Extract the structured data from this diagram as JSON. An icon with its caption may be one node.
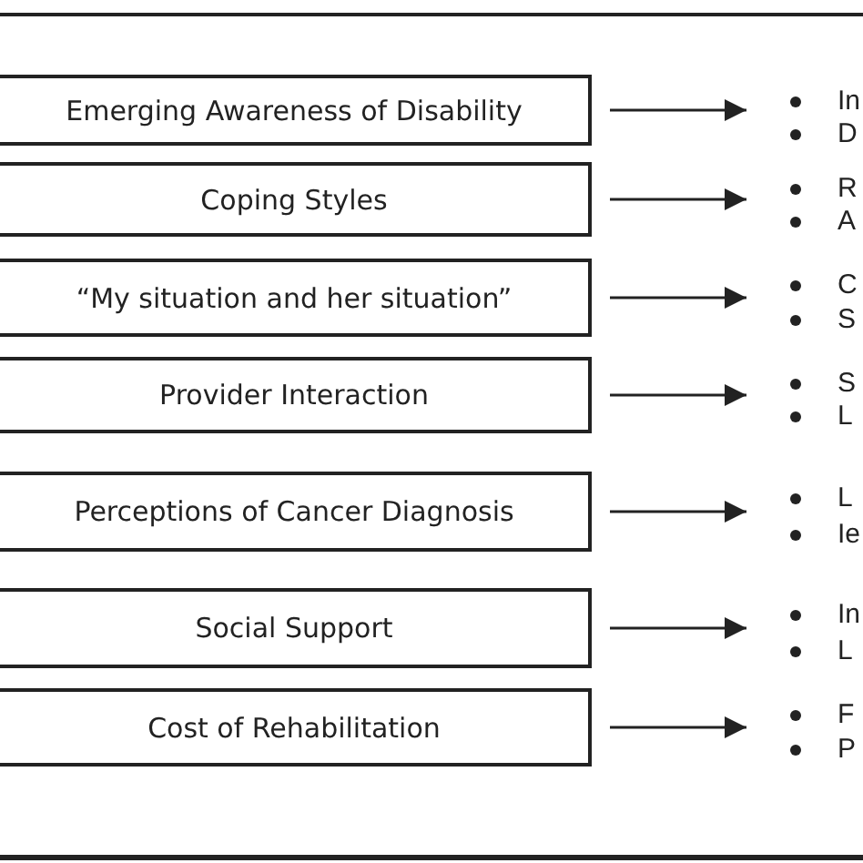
{
  "diagram": {
    "nodes": [
      {
        "text": [
          "Emerging Awareness of Disability"
        ]
      },
      {
        "text": [
          "Coping Styles"
        ]
      },
      {
        "text": [
          "“My situation and her situation”"
        ]
      },
      {
        "text": [
          "Provider Interaction"
        ]
      },
      {
        "text": [
          "Perceptions of Cancer Diagnosis"
        ]
      },
      {
        "text": [
          "Social Support"
        ]
      },
      {
        "text": [
          "Cost of Rehabilitation"
        ]
      },
      {
        "text": [
          "In",
          "D"
        ]
      },
      {
        "text": [
          "R",
          "A"
        ]
      },
      {
        "text": [
          "C",
          "S"
        ]
      },
      {
        "text": [
          "S",
          "L"
        ]
      },
      {
        "text": [
          "L",
          "Ie"
        ]
      },
      {
        "text": [
          "In",
          "L"
        ]
      },
      {
        "text": [
          "F",
          "P"
        ]
      }
    ],
    "edges": [
      {
        "from": 0,
        "to": 7,
        "arrow": "to"
      },
      {
        "from": 1,
        "to": 8,
        "arrow": "to"
      },
      {
        "from": 2,
        "to": 9,
        "arrow": "to"
      },
      {
        "from": 3,
        "to": 10,
        "arrow": "to"
      },
      {
        "from": 4,
        "to": 11,
        "arrow": "to"
      },
      {
        "from": 5,
        "to": 12,
        "arrow": "to"
      },
      {
        "from": 6,
        "to": 13,
        "arrow": "to"
      }
    ]
  }
}
